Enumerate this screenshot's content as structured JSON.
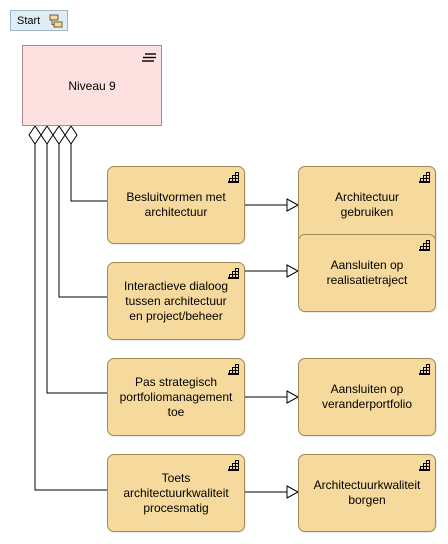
{
  "toolbar": {
    "start_label": "Start",
    "start_icon": "process-tree-icon"
  },
  "parent": {
    "label": "Niveau 9",
    "icon": "hamburger-menu-icon",
    "fill": "#fde0e0"
  },
  "rows": [
    {
      "source": "Besluitvormen met architectuur",
      "target": "Architectuur gebruiken"
    },
    {
      "source": "Interactieve dialoog tussen architectuur en project/beheer",
      "target": "Aansluiten op realisatietraject"
    },
    {
      "source": "Pas strategisch portfoliomanagement toe",
      "target": "Aansluiten op veranderportfolio"
    },
    {
      "source": "Toets architectuurkwaliteit procesmatig",
      "target": "Architectuurkwaliteit borgen"
    }
  ],
  "node_icon": "staircase-icon",
  "node_fill": "#f6d99c"
}
